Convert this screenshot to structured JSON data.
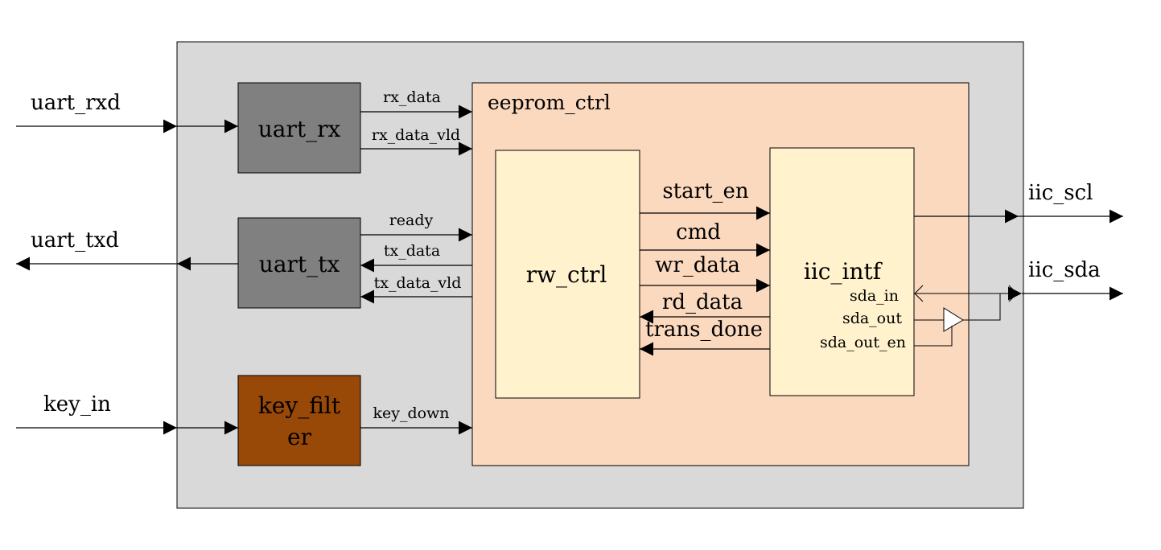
{
  "colors": {
    "top_module": "#d9d9d9",
    "uart_block": "#808080",
    "key_filter_block": "#984807",
    "eeprom_ctrl_block": "#fbd9be",
    "inner_block": "#fff2cc"
  },
  "ports": {
    "uart_rxd": "uart_rxd",
    "uart_txd": "uart_txd",
    "key_in": "key_in",
    "iic_scl": "iic_scl",
    "iic_sda": "iic_sda"
  },
  "blocks": {
    "uart_rx": "uart_rx",
    "uart_tx": "uart_tx",
    "key_filter_line1": "key_filt",
    "key_filter_line2": "er",
    "eeprom_ctrl": "eeprom_ctrl",
    "rw_ctrl": "rw_ctrl",
    "iic_intf": "iic_intf"
  },
  "signals": {
    "rx_data": "rx_data",
    "rx_data_vld": "rx_data_vld",
    "ready": "ready",
    "tx_data": "tx_data",
    "tx_data_vld": "tx_data_vld",
    "key_down": "key_down",
    "start_en": "start_en",
    "cmd": "cmd",
    "wr_data": "wr_data",
    "rd_data": "rd_data",
    "trans_done": "trans_done",
    "sda_in": "sda_in",
    "sda_out": "sda_out",
    "sda_out_en": "sda_out_en"
  }
}
